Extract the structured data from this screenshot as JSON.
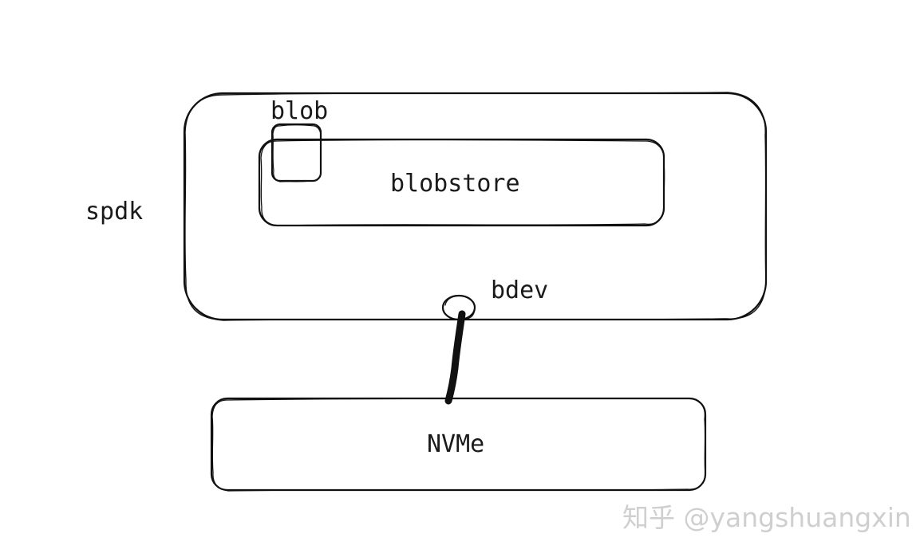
{
  "diagram": {
    "outer_label": "spdk",
    "blob_label": "blob",
    "blobstore_label": "blobstore",
    "bdev_label": "bdev",
    "device_label": "NVMe"
  },
  "watermark": {
    "text": "知乎 @yangshuangxin"
  },
  "colors": {
    "stroke": "#111111",
    "text": "#1a1a1a",
    "watermark": "#cfcfcf",
    "background": "#ffffff"
  }
}
